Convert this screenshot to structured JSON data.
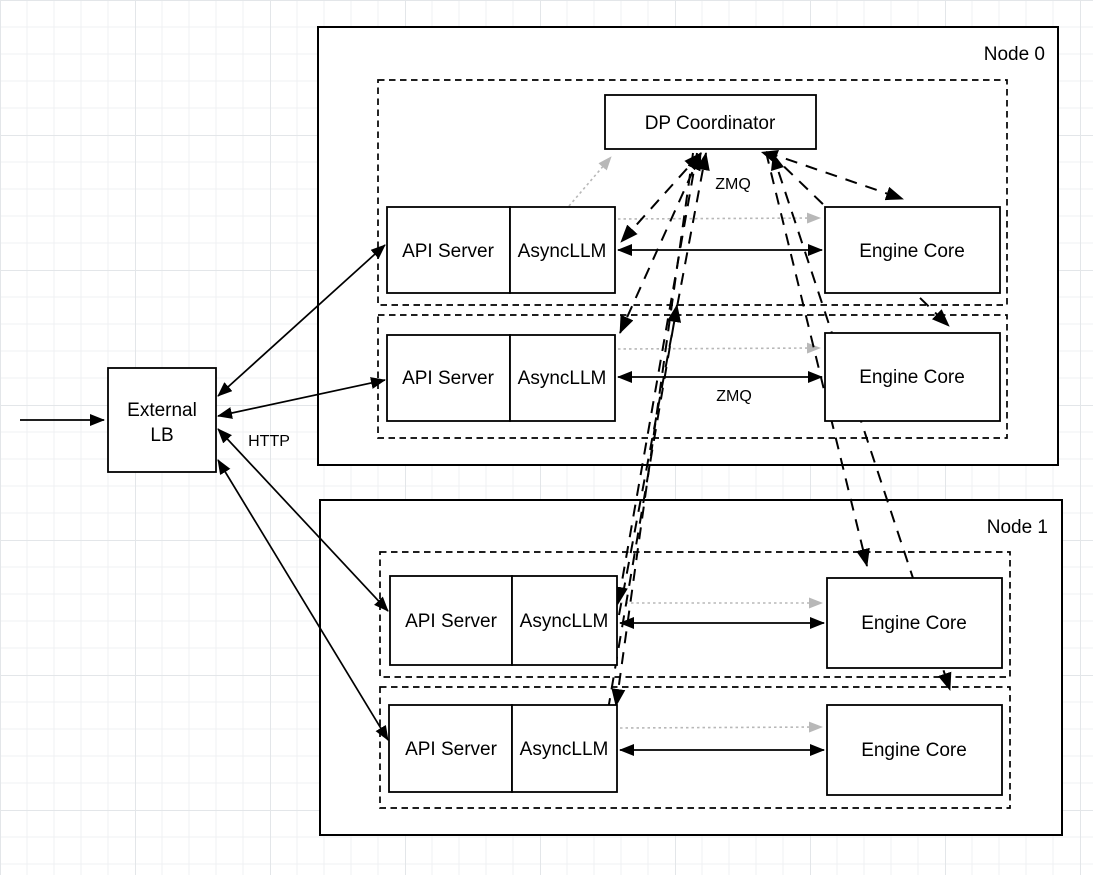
{
  "external_lb": {
    "line1": "External",
    "line2": "LB"
  },
  "edge_labels": {
    "http": "HTTP",
    "zmq_coordinator": "ZMQ",
    "zmq_engine": "ZMQ"
  },
  "node0": {
    "label": "Node 0",
    "coordinator_label": "DP Coordinator",
    "rows": [
      {
        "api_server": "API Server",
        "async_llm": "AsyncLLM",
        "engine_core": "Engine Core"
      },
      {
        "api_server": "API Server",
        "async_llm": "AsyncLLM",
        "engine_core": "Engine Core"
      }
    ]
  },
  "node1": {
    "label": "Node 1",
    "rows": [
      {
        "api_server": "API Server",
        "async_llm": "AsyncLLM",
        "engine_core": "Engine Core"
      },
      {
        "api_server": "API Server",
        "async_llm": "AsyncLLM",
        "engine_core": "Engine Core"
      }
    ]
  },
  "colors": {
    "edge": "#000000",
    "dotted_edge": "#b8b8b8",
    "box_fill": "#ffffff",
    "grid_minor": "#eff1f3",
    "grid_major": "#e3e6e9"
  }
}
